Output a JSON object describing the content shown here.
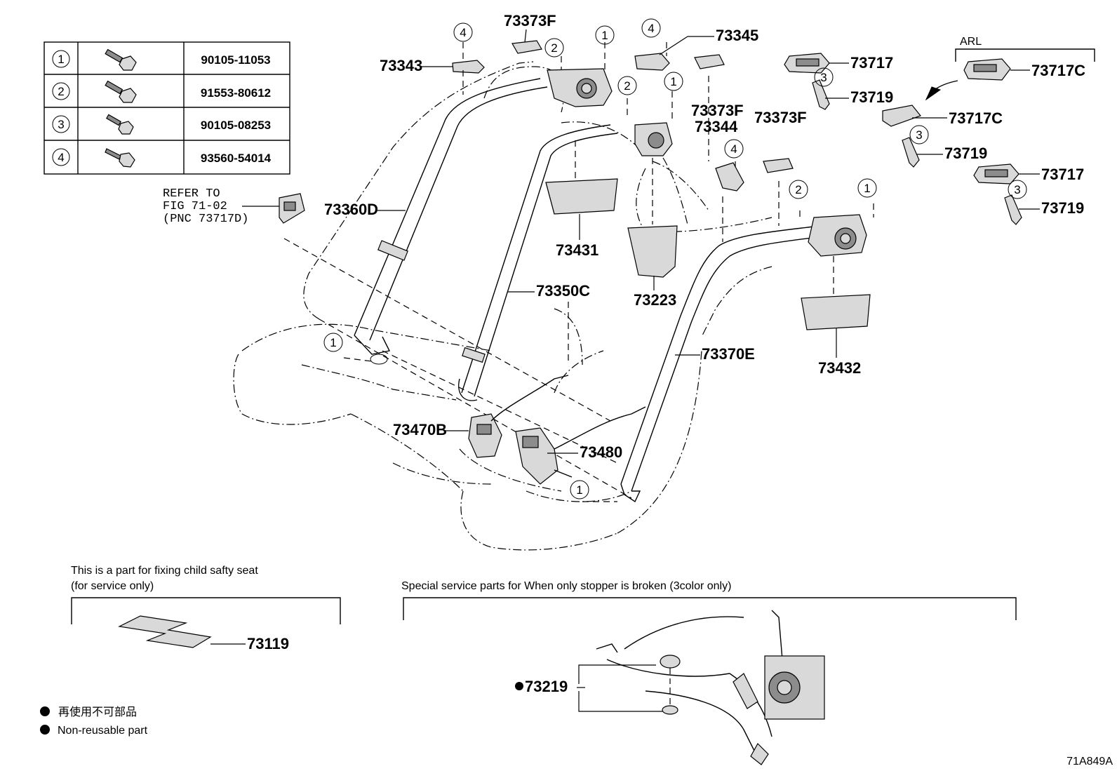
{
  "fastener_table": {
    "rows": [
      {
        "ref": "1",
        "part_no": "90105-11053"
      },
      {
        "ref": "2",
        "part_no": "91553-80612"
      },
      {
        "ref": "3",
        "part_no": "90105-08253"
      },
      {
        "ref": "4",
        "part_no": "93560-54014"
      }
    ]
  },
  "refer_note": {
    "line1": "REFER TO",
    "line2": "FIG 71-02",
    "line3": "(PNC 73717D)"
  },
  "callouts": {
    "c73343": "73343",
    "c73373F_a": "73373F",
    "c73345": "73345",
    "c73373F_b": "73373F",
    "c73344": "73344",
    "c73373F_c": "73373F",
    "c73717_a": "73717",
    "c73719_a": "73719",
    "arl": "ARL",
    "c73717C_a": "73717C",
    "c73717C_b": "73717C",
    "c73719_b": "73719",
    "c73717_b": "73717",
    "c73719_c": "73719",
    "c73360D": "73360D",
    "c73431": "73431",
    "c73223": "73223",
    "c73350C": "73350C",
    "c73432": "73432",
    "c73370E": "73370E",
    "c73470B": "73470B",
    "c73480": "73480",
    "c73119": "73119",
    "c73219": "73219"
  },
  "circle_refs": {
    "r1": "1",
    "r2": "2",
    "r3": "3",
    "r4": "4"
  },
  "child_seat_note": {
    "line1": "This is a part for fixing child safty seat",
    "line2": "(for service only)"
  },
  "stopper_note": "Special service parts for When only stopper is broken (3color only)",
  "legend": {
    "jp": "再使用不可部品",
    "en": "Non-reusable part"
  },
  "figure_id": "71A849A"
}
